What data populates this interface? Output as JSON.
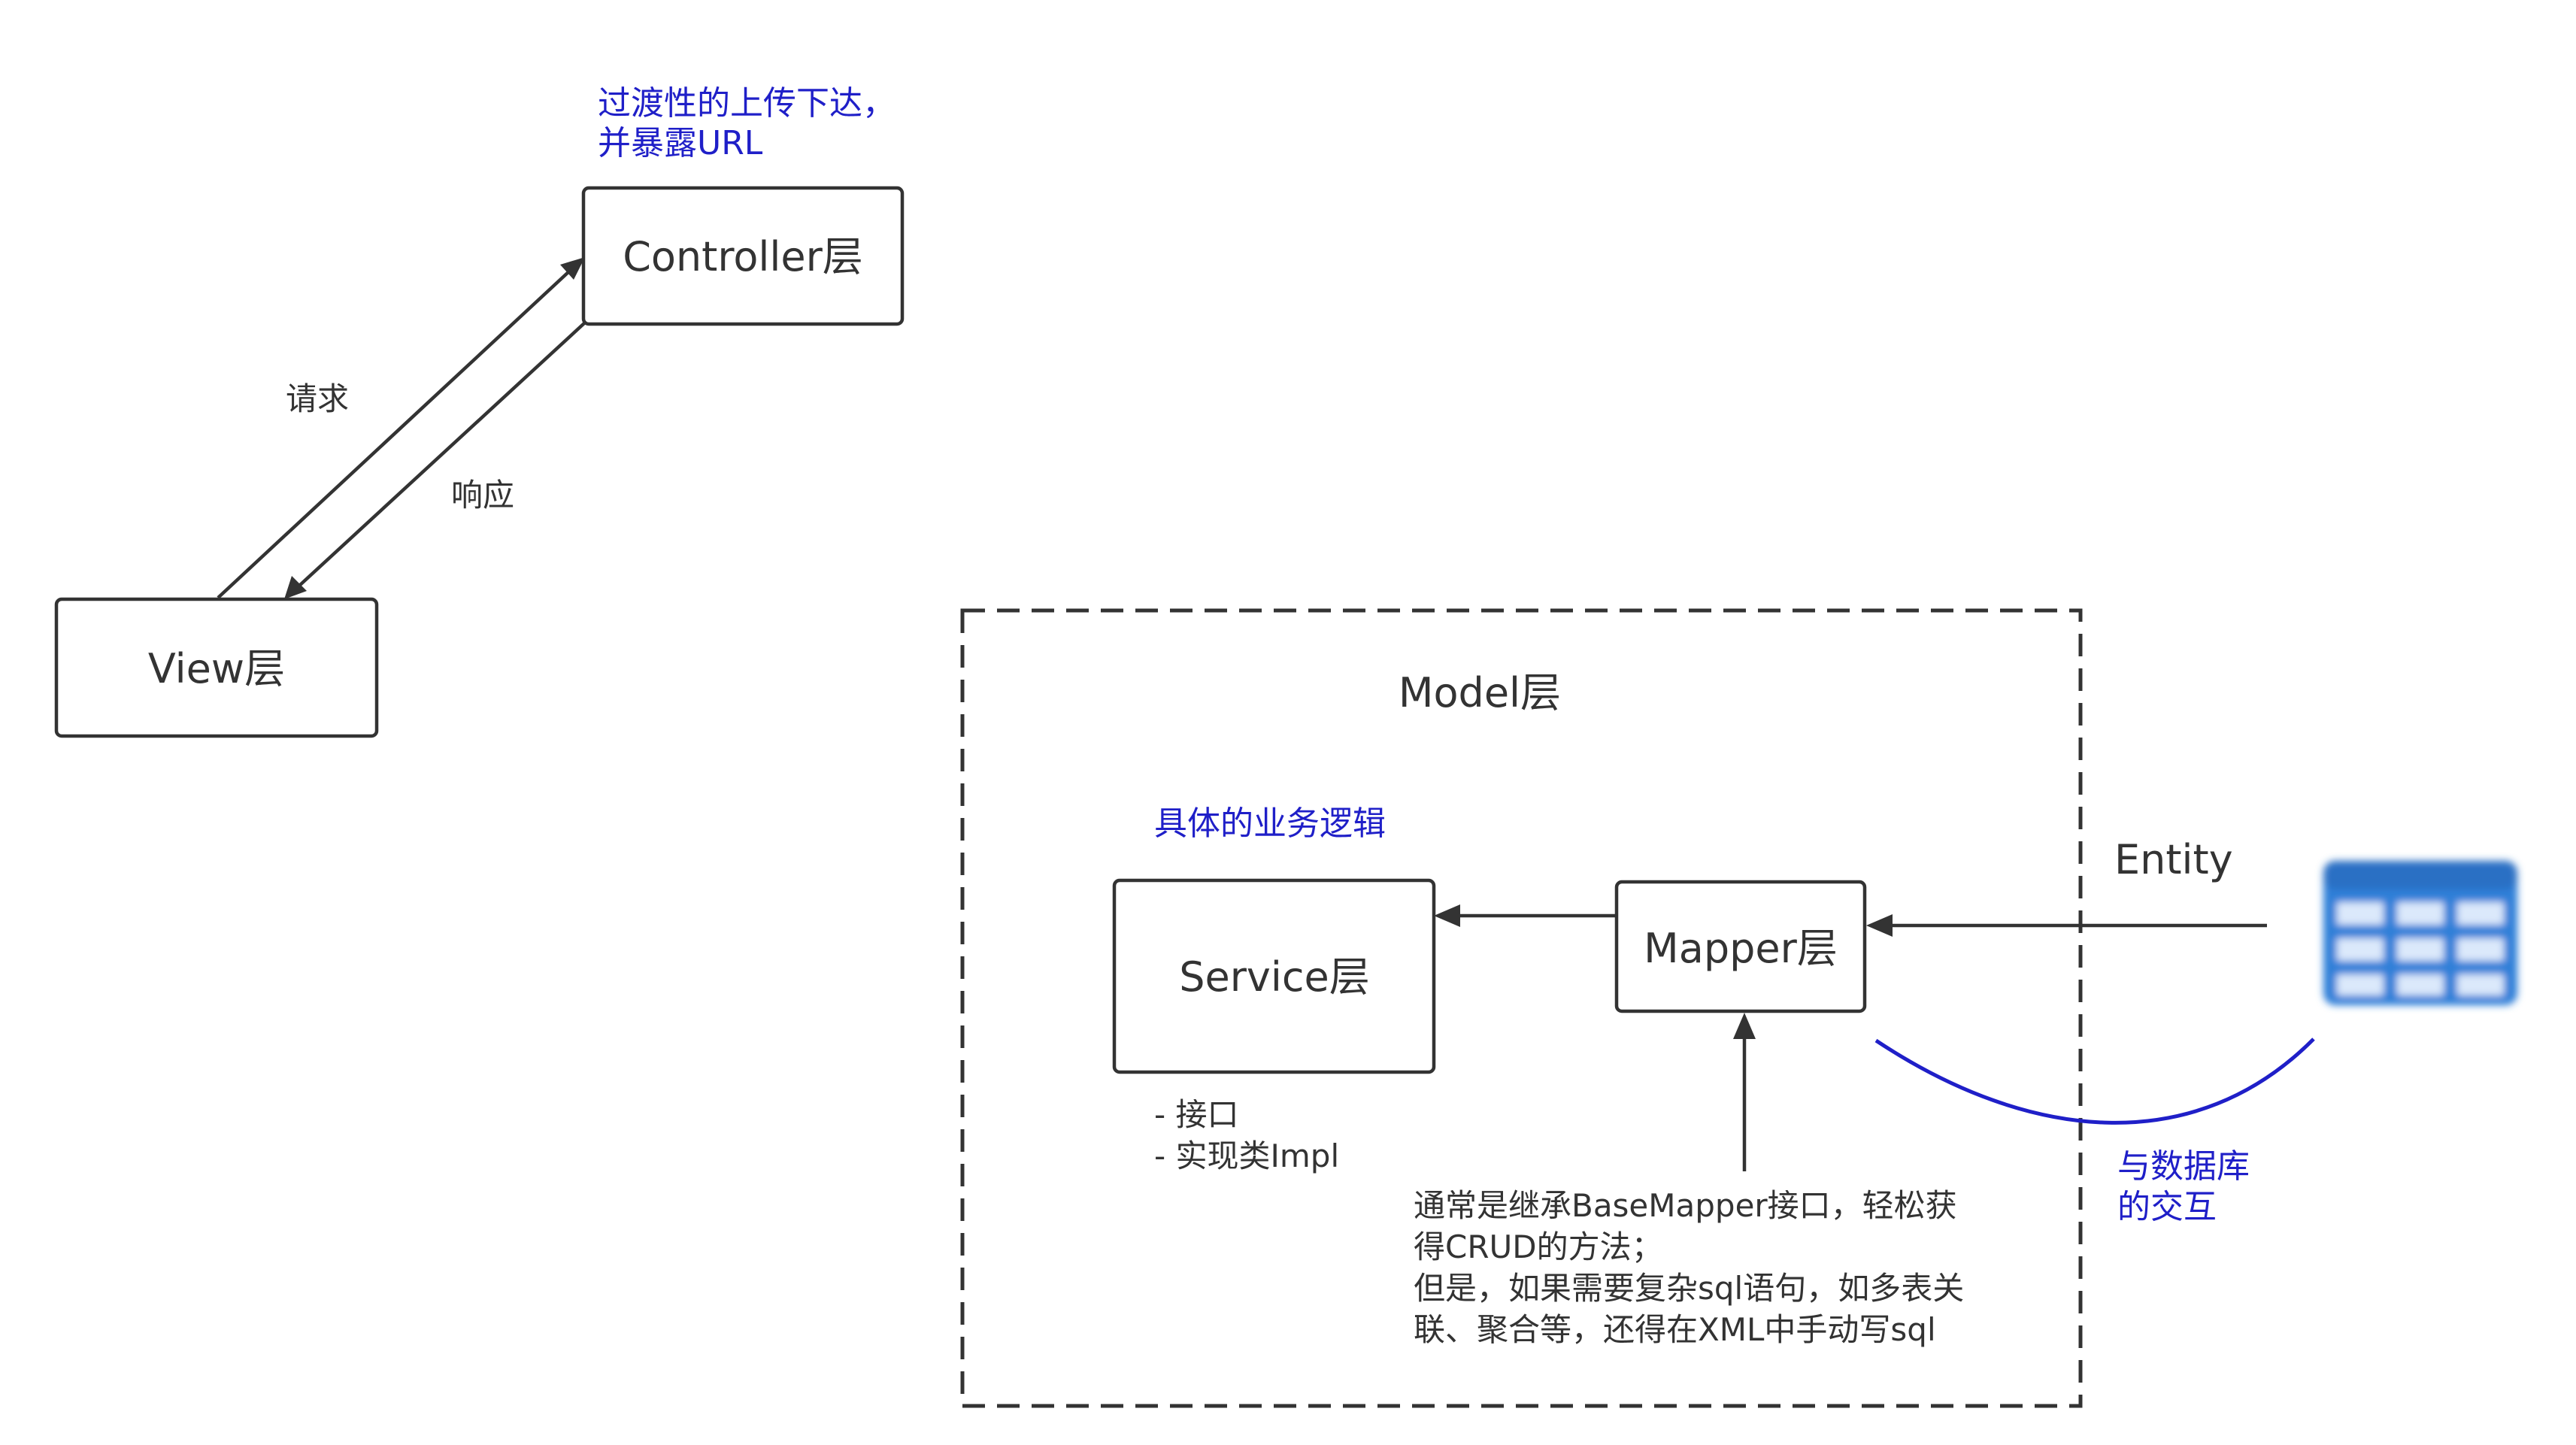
{
  "nodes": {
    "controller": "Controller层",
    "view": "View层",
    "service": "Service层",
    "mapper": "Mapper层"
  },
  "group": {
    "title": "Model层"
  },
  "notes": {
    "controller_note": [
      "过渡性的上传下达，",
      "并暴露URL"
    ],
    "request": "请求",
    "response": "响应",
    "service_note": "具体的业务逻辑",
    "service_items": [
      "- 接口",
      "- 实现类Impl"
    ],
    "mapper_note": [
      "通常是继承BaseMapper接口，轻松获",
      "得CRUD的方法；",
      "但是，如果需要复杂sql语句，如多表关",
      "联、聚合等，还得在XML中手动写sql"
    ],
    "entity": "Entity",
    "db_interaction": [
      "与数据库",
      "的交互"
    ]
  },
  "icons": {
    "database": "database-table-icon"
  },
  "colors": {
    "line": "#333333",
    "accent_blue": "#1f1fc8",
    "db_blue": "#2f7fd8"
  }
}
